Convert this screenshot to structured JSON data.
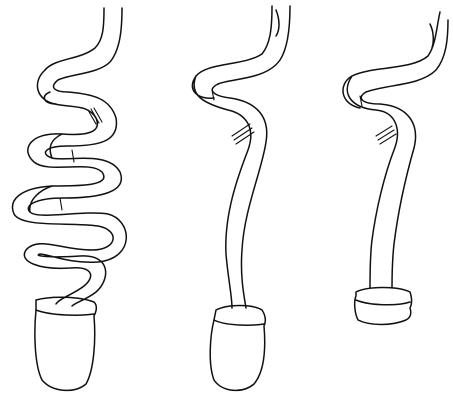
{
  "diagram": {
    "panels": [
      {
        "id": "long",
        "staple_line_marks": 3,
        "bowel_loops": 3
      },
      {
        "id": "medium",
        "staple_line_marks": 3,
        "bowel_loops": 0
      },
      {
        "id": "short",
        "staple_line_marks": 3,
        "bowel_loops": 0
      }
    ],
    "colors": {
      "background": "#ffffff",
      "ink": "#111111"
    }
  }
}
